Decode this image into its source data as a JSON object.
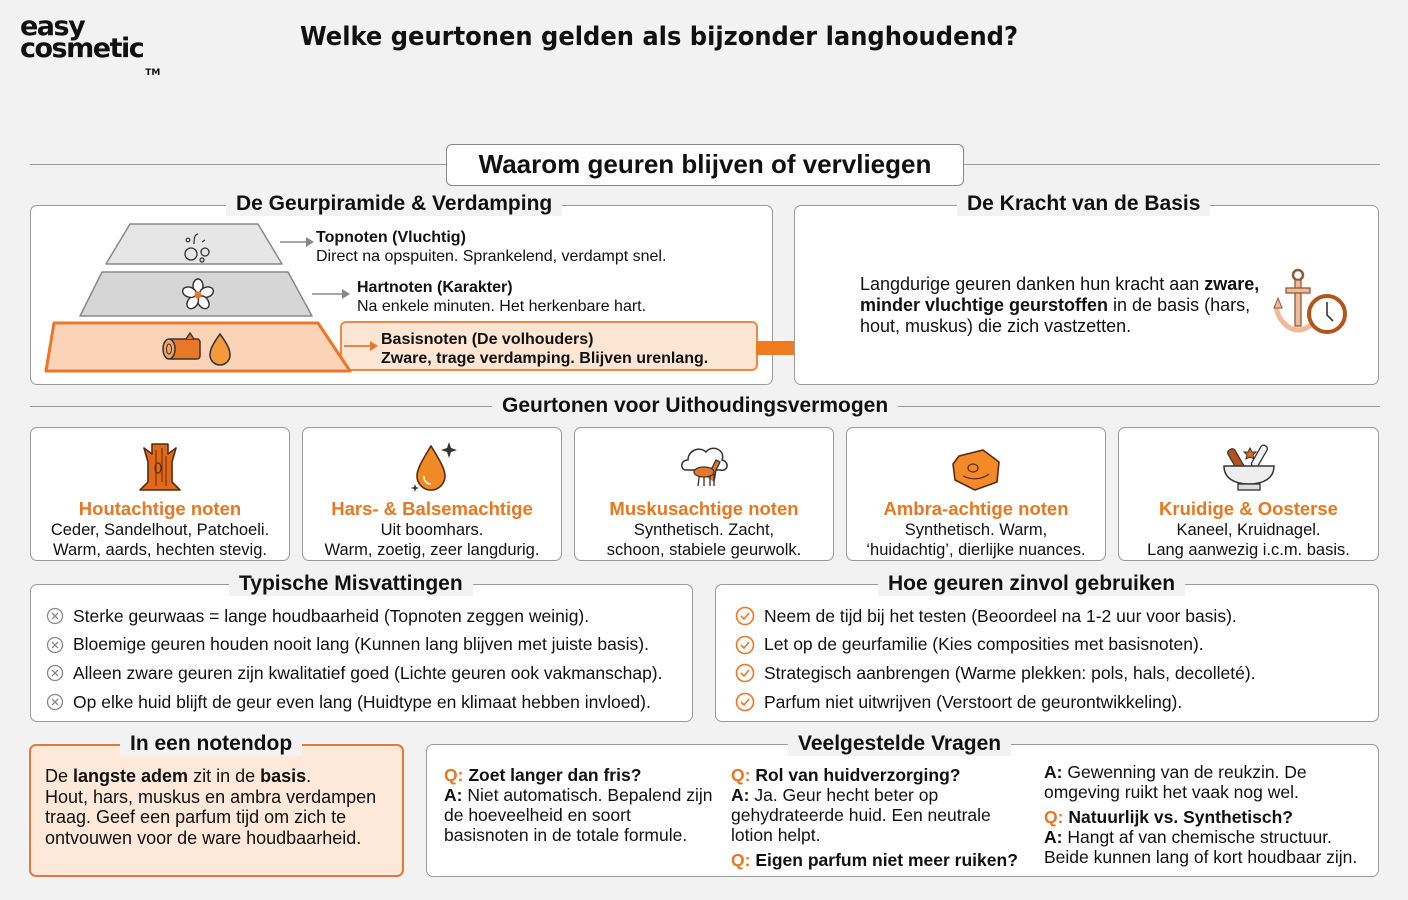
{
  "brand": {
    "line1": "easy",
    "line2": "cosmetic",
    "tm": "TM"
  },
  "title": "Welke geurtonen gelden als bijzonder langhoudend?",
  "banner": "Waarom geuren blijven of vervliegen",
  "pyramid": {
    "title": "De Geurpiramide & Verdamping",
    "tiers": [
      {
        "icon": "bubbles-icon",
        "heading": "Topnoten (Vluchtig)",
        "desc": "Direct na opspuiten. Sprankelend, verdampt snel."
      },
      {
        "icon": "flower-icon",
        "heading": "Hartnoten (Karakter)",
        "desc": "Na enkele minuten. Het herkenbare hart."
      },
      {
        "icon": "log-drop-icon",
        "heading": "Basisnoten (De volhouders)",
        "desc": "Zware, trage verdamping. Blijven urenlang."
      }
    ]
  },
  "kracht": {
    "title": "De Kracht van de Basis",
    "text_before": "Langdurige geuren danken hun kracht aan ",
    "text_bold": "zware, minder vluchtige geurstoffen",
    "text_after": " in de basis (hars, hout, muskus) die zich vastzetten."
  },
  "notes_section": {
    "title": "Geurtonen voor Uithoudingsvermogen",
    "cards": [
      {
        "icon": "tree-trunk-icon",
        "title": "Houtachtige noten",
        "line1": "Ceder, Sandelhout, Patchoeli.",
        "line2": "Warm, aards, hechten stevig."
      },
      {
        "icon": "resin-drop-icon",
        "title": "Hars- & Balsemachtige",
        "line1": "Uit boomhars.",
        "line2": "Warm, zoetig, zeer langdurig."
      },
      {
        "icon": "deer-cloud-icon",
        "title": "Muskusachtige noten",
        "line1": "Synthetisch. Zacht,",
        "line2": "schoon, stabiele geurwolk."
      },
      {
        "icon": "amber-stone-icon",
        "title": "Ambra-achtige noten",
        "line1": "Synthetisch. Warm,",
        "line2": "‘huidachtig’, dierlijke nuances."
      },
      {
        "icon": "mortar-pestle-icon",
        "title": "Kruidige & Oosterse",
        "line1": "Kaneel, Kruidnagel.",
        "line2": "Lang aanwezig i.c.m. basis."
      }
    ]
  },
  "misconceptions": {
    "title": "Typische Misvattingen",
    "items": [
      "Sterke geurwaas = lange houdbaarheid (Topnoten zeggen weinig).",
      "Bloemige geuren houden nooit lang (Kunnen lang blijven met juiste basis).",
      "Alleen zware geuren zijn kwalitatief goed (Lichte geuren ook vakmanschap).",
      "Op elke huid blijft de geur even lang (Huidtype en klimaat hebben invloed)."
    ]
  },
  "usage": {
    "title": "Hoe geuren zinvol gebruiken",
    "items": [
      "Neem de tijd bij het testen (Beoordeel na 1-2 uur voor basis).",
      "Let op de geurfamilie (Kies composities met basisnoten).",
      "Strategisch aanbrengen (Warme plekken: pols, hals, decolleté).",
      "Parfum niet uitwrijven (Verstoort de geurontwikkeling)."
    ]
  },
  "nutshell": {
    "title": "In een notendop",
    "p1": "De ",
    "b1": "langste adem",
    "p2": " zit in de ",
    "b2": "basis",
    "p3": ".",
    "rest": "Hout, hars, muskus en ambra verdampen traag. Geef een parfum tijd om zich te ontvouwen voor de ware houdbaarheid."
  },
  "faq": {
    "title": "Veelgestelde Vragen",
    "q_label": "Q:",
    "a_label": "A:",
    "items": [
      {
        "q": "Zoet langer dan fris?",
        "a": "Niet automatisch. Bepalend zijn de hoeveelheid en soort basisnoten in de totale formule."
      },
      {
        "q": "Rol van huidverzorging?",
        "a": "Ja. Geur hecht beter op gehydrateerde huid. Een neutrale lotion helpt."
      },
      {
        "q": "Eigen parfum niet meer ruiken?",
        "a": "Gewenning van de reukzin. De omgeving ruikt het vaak nog wel."
      },
      {
        "q": "Natuurlijk vs. Synthetisch?",
        "a": "Hangt af van chemische structuur. Beide kunnen lang of kort houdbaar zijn."
      }
    ]
  },
  "colors": {
    "accent": "#e87722",
    "panel_border": "#9a9a9a",
    "background": "#f2f2f2",
    "nutshell_bg": "#fde8da"
  }
}
